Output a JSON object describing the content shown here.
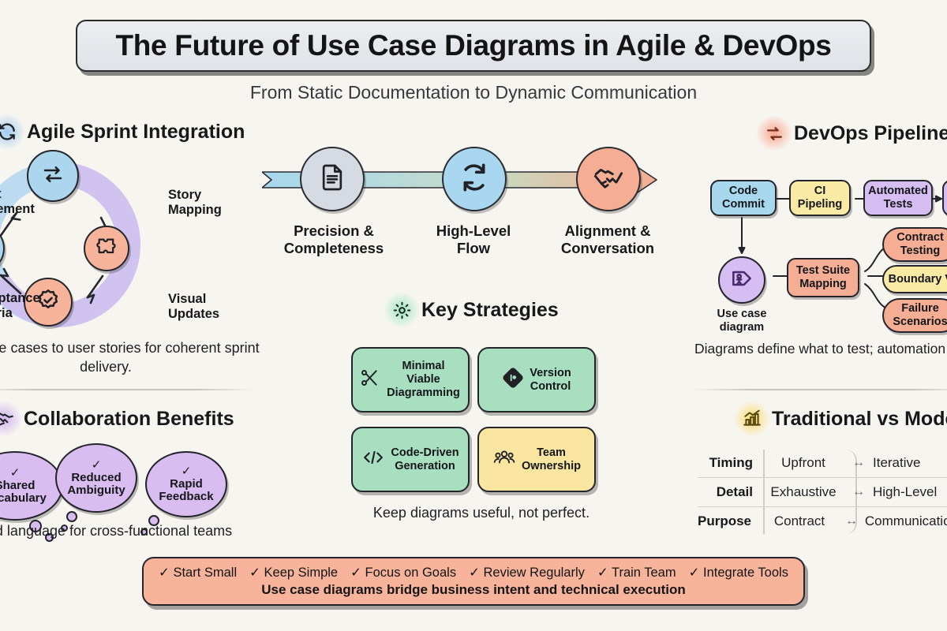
{
  "header": {
    "title": "The Future of Use Case Diagrams in Agile & DevOps",
    "subtitle": "From Static Documentation to Dynamic Communication"
  },
  "agile": {
    "heading": "Agile Sprint Integration",
    "heading_icon": "sync-icon",
    "caption": "Map use cases to user stories for coherent sprint delivery.",
    "nodes": [
      {
        "label": "Story Mapping",
        "icon": "exchange-arrows-icon",
        "color": "#abd6ee"
      },
      {
        "label": "Visual Updates",
        "icon": "puzzle-piece-icon",
        "color": "#f7b49b"
      },
      {
        "label": "Acceptance Criteria",
        "icon": "check-badge-icon",
        "color": "#f7b49b"
      },
      {
        "label": "Sprint Refinement",
        "icon": "calendar-icon",
        "color": "#abd6ee"
      }
    ]
  },
  "collaboration": {
    "heading": "Collaboration Benefits",
    "heading_icon": "handshake-icon",
    "caption": "Shared language for cross-functional teams",
    "bubbles": [
      {
        "label_line1": "Shared",
        "label_line2": "Vocabulary",
        "check": "✓"
      },
      {
        "label_line1": "Reduced",
        "label_line2": "Ambiguity",
        "check": "✓"
      },
      {
        "label_line1": "Rapid",
        "label_line2": "Feedback",
        "check": "✓"
      }
    ]
  },
  "flow": {
    "steps": [
      {
        "label_line1": "Precision &",
        "label_line2": "Completeness",
        "icon": "document-icon",
        "color": "#d6dae2"
      },
      {
        "label_line1": "High-Level",
        "label_line2": "Flow",
        "icon": "refresh-cycle-icon",
        "color": "#a9d7f0"
      },
      {
        "label_line1": "Alignment &",
        "label_line2": "Conversation",
        "icon": "handshake-icon",
        "color": "#f5ad94"
      }
    ]
  },
  "strategies": {
    "heading": "Key Strategies",
    "heading_icon": "gear-icon",
    "caption": "Keep diagrams useful, not perfect.",
    "cards": [
      {
        "line1": "Minimal Viable",
        "line2": "Diagramming",
        "icon": "scissors-icon",
        "color": "#a8dfc1"
      },
      {
        "line1": "Version",
        "line2": "Control",
        "icon": "git-branch-icon",
        "color": "#a8dfc1"
      },
      {
        "line1": "Code-Driven",
        "line2": "Generation",
        "icon": "code-brackets-icon",
        "color": "#a8dfc1"
      },
      {
        "line1": "Team",
        "line2": "Ownership",
        "icon": "people-group-icon",
        "color": "#fae6a0"
      }
    ]
  },
  "devops": {
    "heading": "DevOps Pipeline",
    "heading_icon": "sync-arrows-icon",
    "caption": "Diagrams define what to test; automation",
    "pipeline": [
      {
        "line1": "Code",
        "line2": "Commit",
        "color": "#a8d8ee"
      },
      {
        "line1": "CI",
        "line2": "Pipeling",
        "color": "#fbeaa4"
      },
      {
        "line1": "Automated",
        "line2": "Tests",
        "color": "#d6bdf2"
      }
    ],
    "use_case_node": {
      "label_line1": "Use case",
      "label_line2": "diagram",
      "icon": "use-case-diagram-icon",
      "color": "#d6bdf2"
    },
    "test_suite": {
      "line1": "Test Suite",
      "line2": "Mapping",
      "color": "#f5ad94"
    },
    "test_outputs": [
      {
        "line1": "Contract",
        "line2": "Testing",
        "color": "#f5ad94"
      },
      {
        "line1": "Boundary Va",
        "line2": "",
        "color": "#fbeaa4"
      },
      {
        "line1": "Failure",
        "line2": "Scenarios",
        "color": "#f5ad94"
      }
    ]
  },
  "comparison": {
    "heading": "Traditional vs Modern",
    "heading_icon": "chart-growth-icon",
    "arrow": "↔",
    "rows": [
      {
        "key": "Timing",
        "traditional": "Upfront",
        "modern": "Iterative"
      },
      {
        "key": "Detail",
        "traditional": "Exhaustive",
        "modern": "High-Level"
      },
      {
        "key": "Purpose",
        "traditional": "Contract",
        "modern": "Communication"
      }
    ]
  },
  "footer": {
    "chips": [
      "✓ Start Small",
      "✓ Keep Simple",
      "✓ Focus on Goals",
      "✓ Review Regularly",
      "✓ Train Team",
      "✓ Integrate Tools"
    ],
    "tagline": "Use case diagrams bridge business intent and technical execution"
  },
  "colors": {
    "background": "#f7f5f0",
    "accent_blue": "#a8d8ee",
    "accent_purple": "#d6bdf2",
    "accent_red": "#f5ad94",
    "accent_green": "#a8dfc1",
    "accent_yellow": "#fbeaa4",
    "ink": "#1a1a1a"
  }
}
